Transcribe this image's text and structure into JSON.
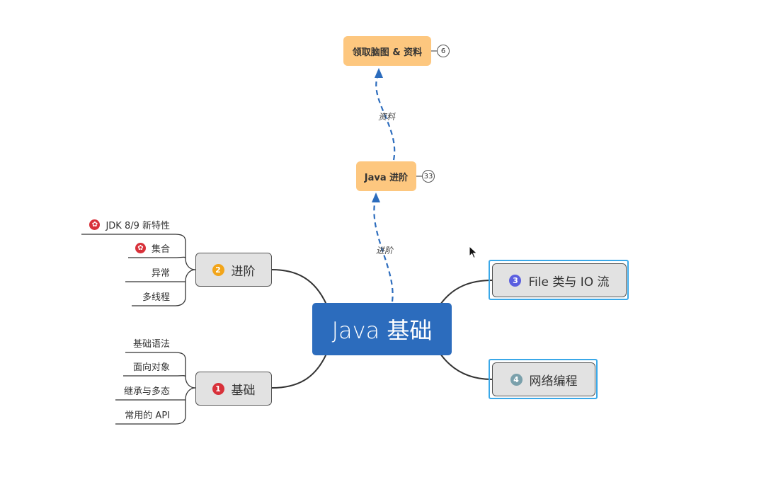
{
  "root": {
    "label": "Java 基础"
  },
  "branches": {
    "advanced": {
      "number": "2",
      "label": "进阶",
      "color": "#f2a51a",
      "children": [
        "JDK 8/9 新特性",
        "集合",
        "异常",
        "多线程"
      ]
    },
    "basic": {
      "number": "1",
      "label": "基础",
      "color": "#d8313a",
      "children": [
        "基础语法",
        "面向对象",
        "继承与多态",
        "常用的 API"
      ]
    },
    "file_io": {
      "number": "3",
      "label": "File 类与 IO 流",
      "color": "#5b5fe0"
    },
    "network": {
      "number": "4",
      "label": "网络编程",
      "color": "#7aa0ab"
    }
  },
  "linked": {
    "java_advanced": {
      "label": "Java 进阶",
      "count": "33",
      "edge_label": "进阶"
    },
    "mindmap": {
      "label": "领取脑图 & 资料",
      "count": "6",
      "edge_label": "资料"
    }
  },
  "icons": {
    "star": "star-badge-icon",
    "cursor": "mouse-cursor-icon"
  },
  "colors": {
    "root": "#2c6cbd",
    "linked": "#fdc77f",
    "link_line": "#2c6cbd",
    "selection": "#3aa8e8"
  }
}
